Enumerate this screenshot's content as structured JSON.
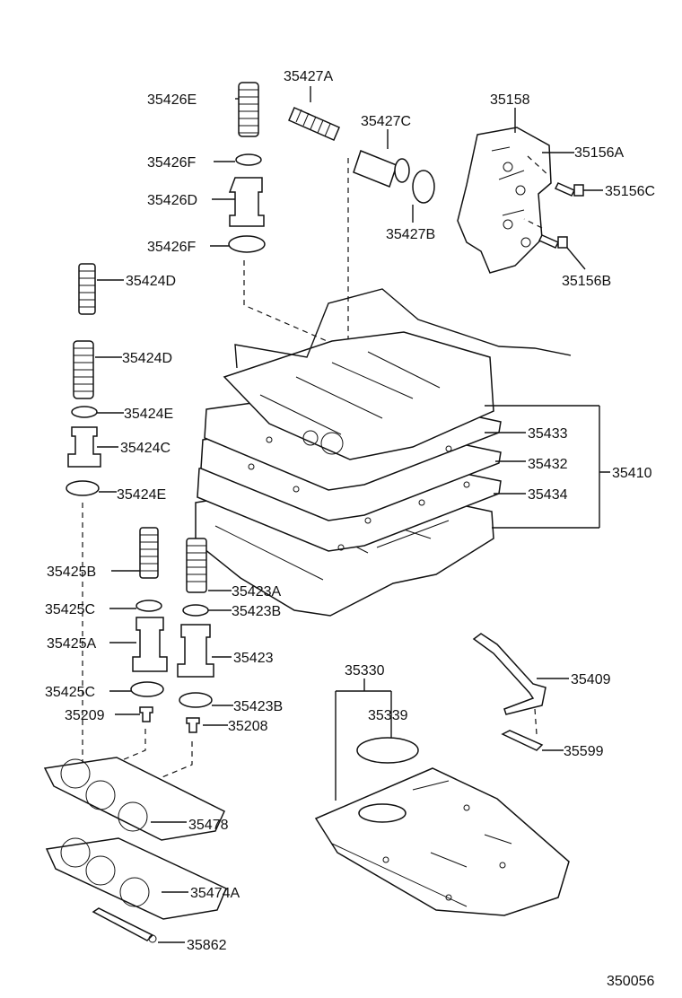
{
  "diagram_id": "350056",
  "parts": {
    "p35427A": "35427A",
    "p35426E": "35426E",
    "p35427C": "35427C",
    "p35158": "35158",
    "p35156A": "35156A",
    "p35426F_top": "35426F",
    "p35156C": "35156C",
    "p35426D": "35426D",
    "p35427B": "35427B",
    "p35426F_bottom": "35426F",
    "p35156B": "35156B",
    "p35424D_top": "35424D",
    "p35424D_mid": "35424D",
    "p35424E_top": "35424E",
    "p35424C": "35424C",
    "p35424E_bottom": "35424E",
    "p35433": "35433",
    "p35432": "35432",
    "p35410": "35410",
    "p35434": "35434",
    "p35425B": "35425B",
    "p35423A": "35423A",
    "p35425C_top": "35425C",
    "p35423B_top": "35423B",
    "p35425A": "35425A",
    "p35423": "35423",
    "p35425C_bottom": "35425C",
    "p35423B_bottom": "35423B",
    "p35209": "35209",
    "p35208": "35208",
    "p35330": "35330",
    "p35339": "35339",
    "p35409": "35409",
    "p35599": "35599",
    "p35478": "35478",
    "p35474A": "35474A",
    "p35862": "35862"
  }
}
